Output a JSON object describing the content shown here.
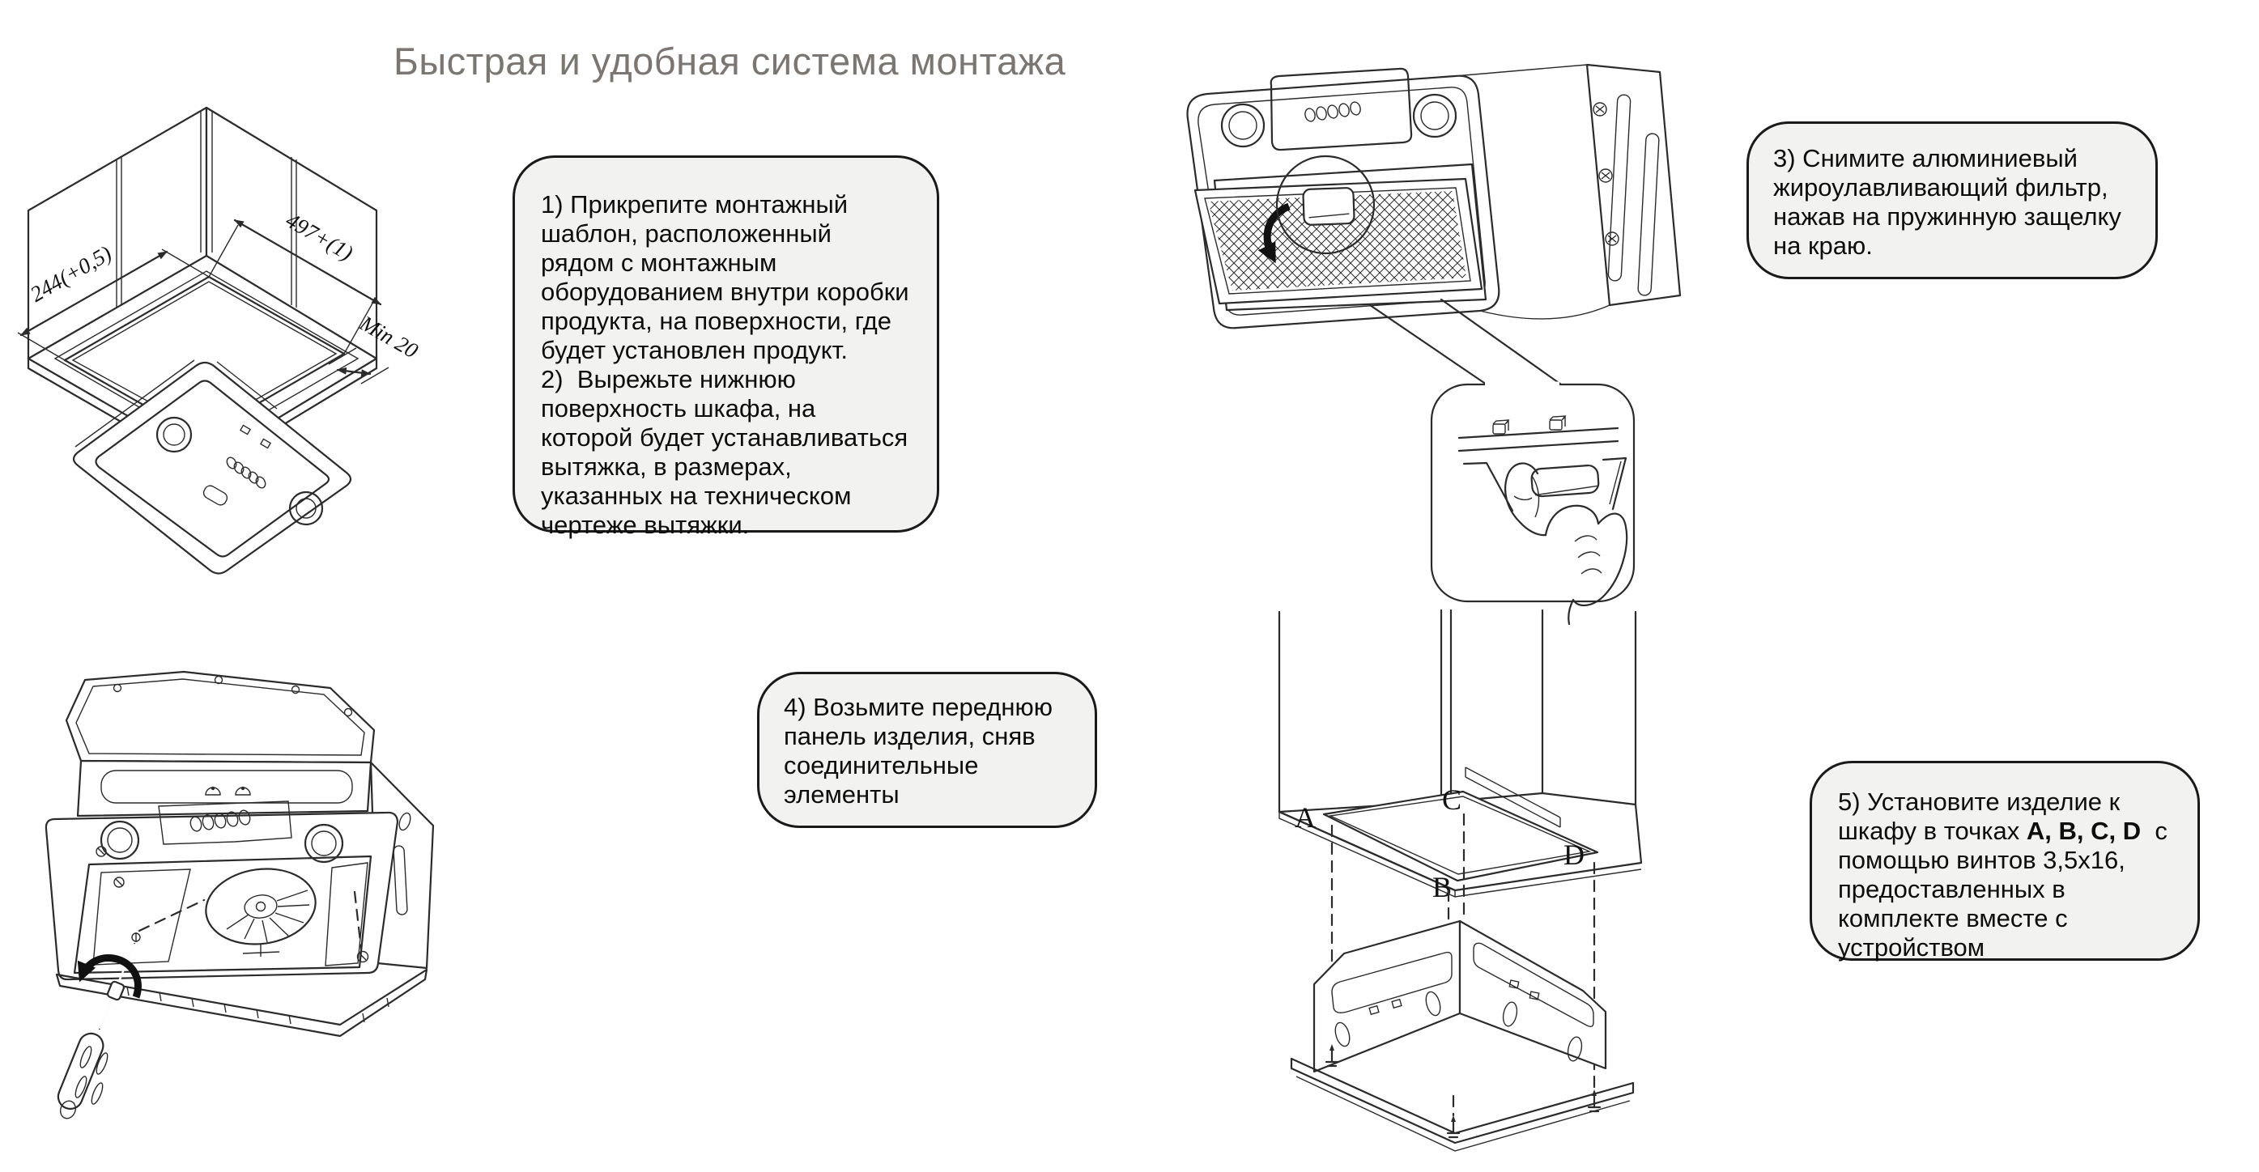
{
  "page": {
    "title": "Быстрая и удобная система монтажа"
  },
  "colors": {
    "line": "#2b2b2b",
    "accent_black": "#111111",
    "box_fill": "#f2f2f1",
    "box_border": "#1a1a1a",
    "title_gray": "#7b7672"
  },
  "instructions": {
    "step1": "1) Прикрепите монтажный шаблон, расположенный рядом с монтажным оборудованием внутри коробки продукта, на поверхности, где будет установлен продукт.",
    "step2": "2)  Вырежьте нижнюю поверхность шкафа, на которой будет устанавливаться вытяжка, в размерах, указанных на техническом чертеже вытяжки.",
    "step3": "3) Снимите алюминиевый жироулавливающий фильтр, нажав на пружинную защелку на краю.",
    "step4": "4) Возьмите переднюю панель изделия, сняв соединительные элементы",
    "step5_before": "5) Установите изделие к шкафу в точках ",
    "step5_bold": "A, B, C, D",
    "step5_after": "  с помощью винтов 3,5x16, предоставленных в комплекте вместе с устройством"
  },
  "diagram_labels": {
    "depth_dimension": "244(+0,5)",
    "width_dimension": "497+(1)",
    "min_clearance": "Min 20",
    "point_a": "A",
    "point_b": "B",
    "point_c": "C",
    "point_d": "D"
  }
}
